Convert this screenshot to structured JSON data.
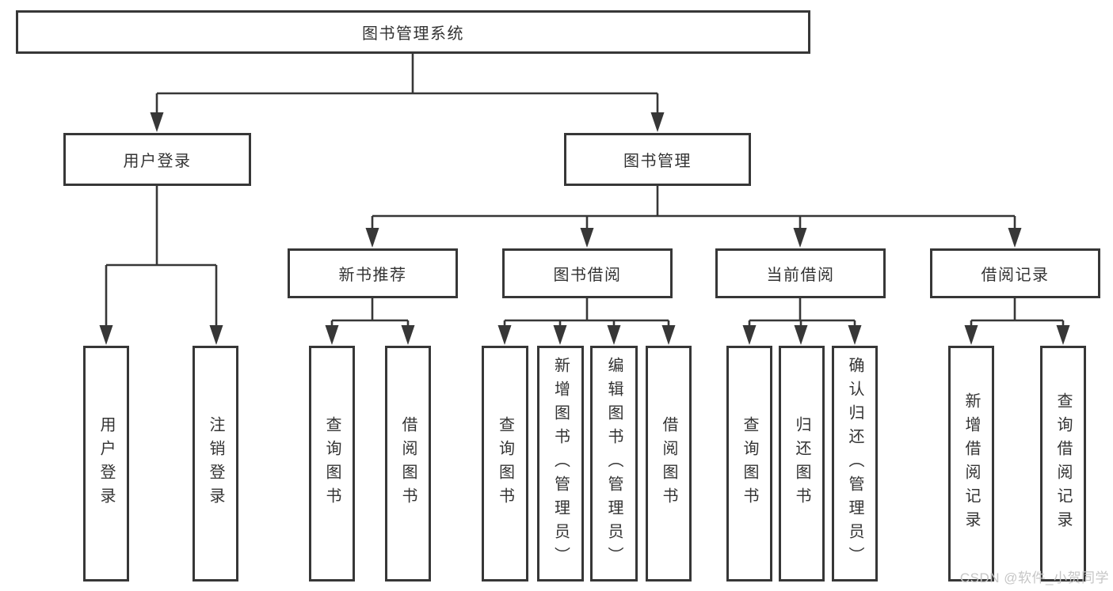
{
  "colors": {
    "line": "#373737",
    "text": "#333333",
    "box_background": "#ffffff",
    "watermark": "#c6c6c6"
  },
  "watermark": {
    "text": "CSDN @软件_小贺同学"
  },
  "tree": {
    "label": "图书管理系统",
    "children": [
      {
        "label": "用户登录",
        "children": [
          {
            "label": "用户登录"
          },
          {
            "label": "注销登录"
          }
        ]
      },
      {
        "label": "图书管理",
        "children": [
          {
            "label": "新书推荐",
            "children": [
              {
                "label": "查询图书"
              },
              {
                "label": "借阅图书"
              }
            ]
          },
          {
            "label": "图书借阅",
            "children": [
              {
                "label": "查询图书"
              },
              {
                "label": "新增图书（管理员）"
              },
              {
                "label": "编辑图书（管理员）"
              },
              {
                "label": "借阅图书"
              }
            ]
          },
          {
            "label": "当前借阅",
            "children": [
              {
                "label": "查询图书"
              },
              {
                "label": "归还图书"
              },
              {
                "label": "确认归还（管理员）"
              }
            ]
          },
          {
            "label": "借阅记录",
            "children": [
              {
                "label": "新增借阅记录"
              },
              {
                "label": "查询借阅记录"
              }
            ]
          }
        ]
      }
    ]
  }
}
